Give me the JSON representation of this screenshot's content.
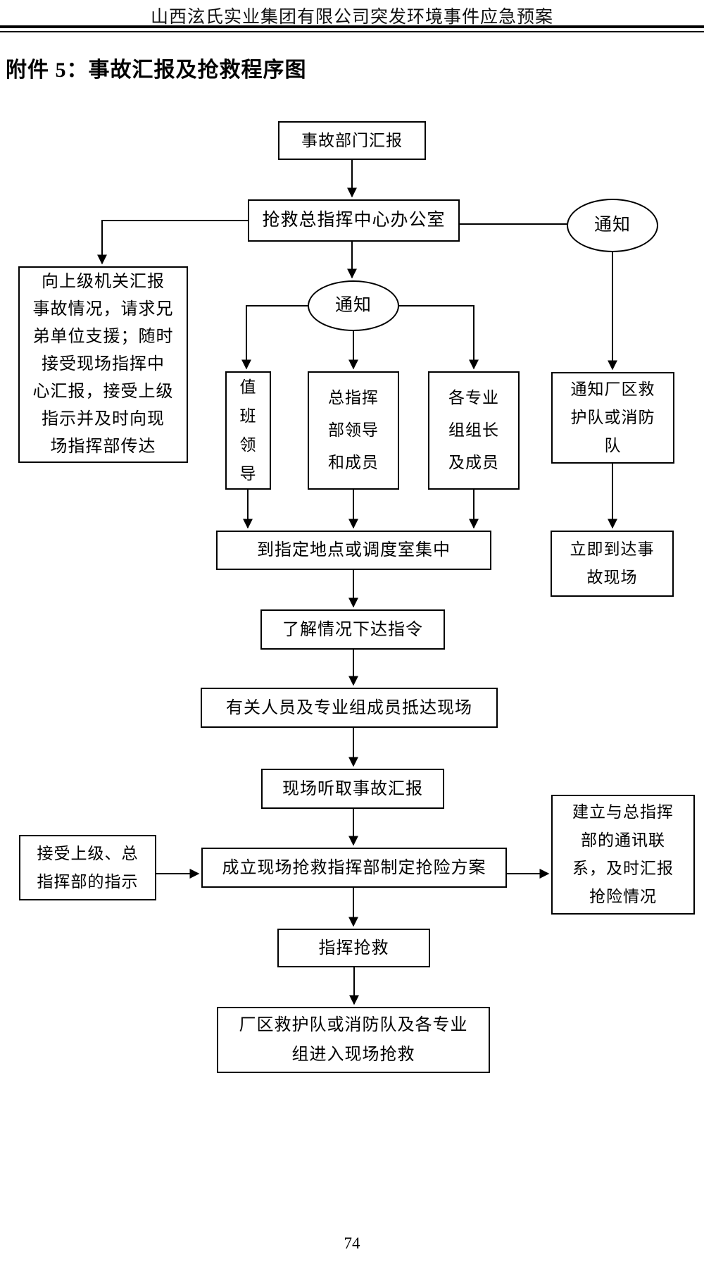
{
  "header": {
    "title": "山西泫氏实业集团有限公司突发环境事件应急预案"
  },
  "page": {
    "attachment_title": "附件 5：事故汇报及抢救程序图",
    "page_number": "74"
  },
  "flowchart": {
    "nodes": {
      "accident_report": {
        "shape": "rect",
        "label": "事故部门汇报"
      },
      "command_center_office": {
        "shape": "rect",
        "label": "抢救总指挥中心办公室"
      },
      "notify_right": {
        "shape": "ellipse",
        "label": "通知"
      },
      "report_superiors": {
        "shape": "rect",
        "label": "向上级机关汇报\n事故情况，请求兄\n弟单位支援；随时\n接受现场指挥中\n心汇报，接受上级\n指示并及时向现\n场指挥部传达"
      },
      "notify_center": {
        "shape": "ellipse",
        "label": "通知"
      },
      "duty_leader": {
        "shape": "rect",
        "label": "值\n班\n领\n导"
      },
      "hq_leaders": {
        "shape": "rect",
        "label": "总指挥\n部领导\n和成员"
      },
      "group_leaders": {
        "shape": "rect",
        "label": "各专业\n组组长\n及成员"
      },
      "notify_rescue_team": {
        "shape": "rect",
        "label": "通知厂区救\n护队或消防\n队"
      },
      "gather": {
        "shape": "rect",
        "label": "到指定地点或调度室集中"
      },
      "arrive_scene": {
        "shape": "rect",
        "label": "立即到达事\n故现场"
      },
      "issue_orders": {
        "shape": "rect",
        "label": "了解情况下达指令"
      },
      "personnel_arrive": {
        "shape": "rect",
        "label": "有关人员及专业组成员抵达现场"
      },
      "listen_report": {
        "shape": "rect",
        "label": "现场听取事故汇报"
      },
      "accept_instructions": {
        "shape": "rect",
        "label": "接受上级、总\n指挥部的指示"
      },
      "establish_hq": {
        "shape": "rect",
        "label": "成立现场抢救指挥部制定抢险方案"
      },
      "comm_link": {
        "shape": "rect",
        "label": "建立与总指挥\n部的通讯联\n系，及时汇报\n抢险情况"
      },
      "command_rescue": {
        "shape": "rect",
        "label": "指挥抢救"
      },
      "enter_scene": {
        "shape": "rect",
        "label": "厂区救护队或消防队及各专业\n组进入现场抢救"
      }
    }
  }
}
